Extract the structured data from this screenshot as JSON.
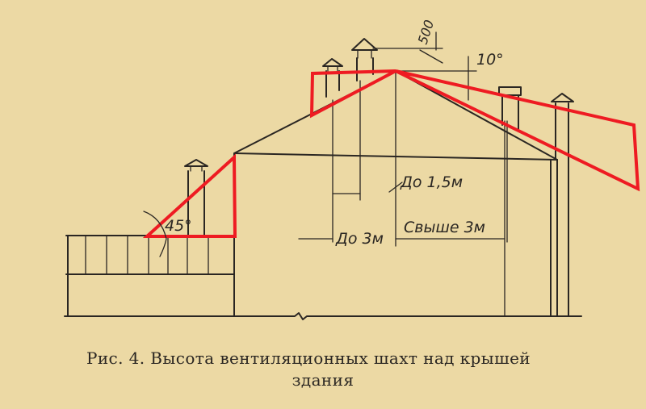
{
  "figure": {
    "labels": {
      "angle_45": "45°",
      "angle_10": "10°",
      "dim_500": "500",
      "to_1_5m": "До 1,5м",
      "to_3m": "До 3м",
      "over_3m": "Свыше 3м"
    },
    "caption": {
      "line1": "Рис. 4. Высота вентиляционных шахт над крышей",
      "line2": "здания"
    }
  },
  "colors": {
    "paper": "#ecd9a4",
    "ink": "#2a2622",
    "highlight": "#ee1b22"
  }
}
